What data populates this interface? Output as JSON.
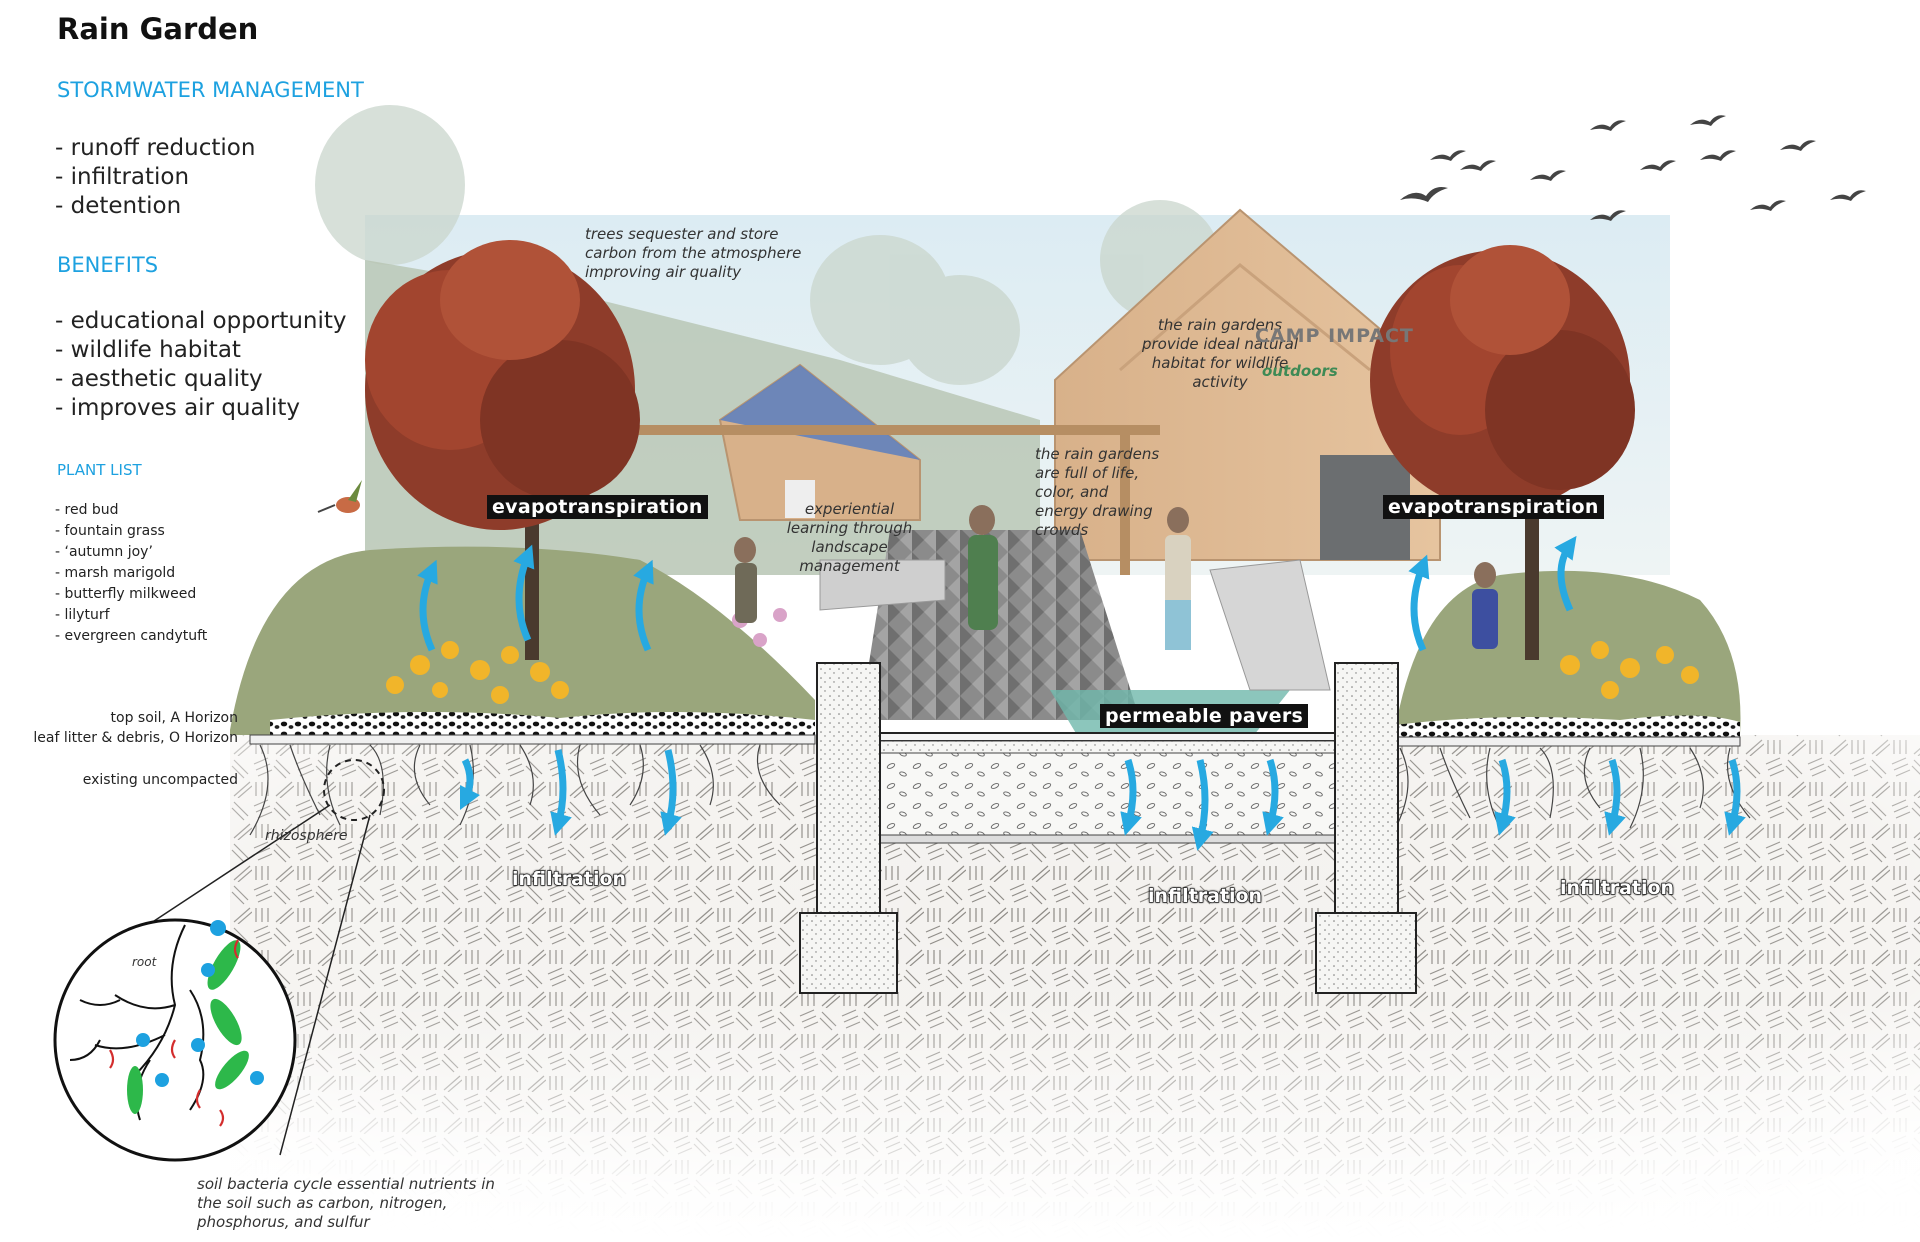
{
  "title": "Rain Garden",
  "stormwater": {
    "heading": "STORMWATER MANAGEMENT",
    "items": [
      "- runoff reduction",
      "- infiltration",
      "- detention"
    ]
  },
  "benefits": {
    "heading": "BENEFITS",
    "items": [
      "- educational opportunity",
      "- wildlife habitat",
      "- aesthetic quality",
      "- improves air quality"
    ]
  },
  "plant_list": {
    "heading": "PLANT LIST",
    "items": [
      "- red bud",
      "- fountain grass",
      "- ‘autumn joy’",
      "- marsh marigold",
      "- butterfly milkweed",
      "- lilyturf",
      "- evergreen candytuft"
    ]
  },
  "annotations": {
    "trees": "trees sequester and store carbon from the atmosphere improving air quality",
    "habitat": "the rain gardens provide ideal natural habitat for wildlife activity",
    "life": "the rain gardens are full of life, color, and energy drawing crowds",
    "learning": "experiential learning through landscape management",
    "bacteria": "soil bacteria cycle essential nutrients in the soil such as carbon, nitrogen, phosphorus, and sulfur"
  },
  "sign": {
    "name": "CAMP IMPACT",
    "sub": "outdoors"
  },
  "tags": {
    "evap_left": "evapotranspiration",
    "evap_right": "evapotranspiration",
    "pavers": "permeable pavers",
    "infil_left": "infiltration",
    "infil_mid": "infiltration",
    "infil_right": "infiltration"
  },
  "soil_labels": {
    "topsoil": "top soil, A Horizon",
    "litter": "leaf litter & debris,  O Horizon",
    "existing": "existing uncompacted",
    "rhizosphere": "rhizosphere",
    "root": "root"
  },
  "colors": {
    "accent_blue": "#1da1e0",
    "arrow_blue": "#27a9e1",
    "tree_red": "#9a3b2a",
    "bacteria_green": "#2db84a",
    "microbe_red": "#d32d2d"
  }
}
